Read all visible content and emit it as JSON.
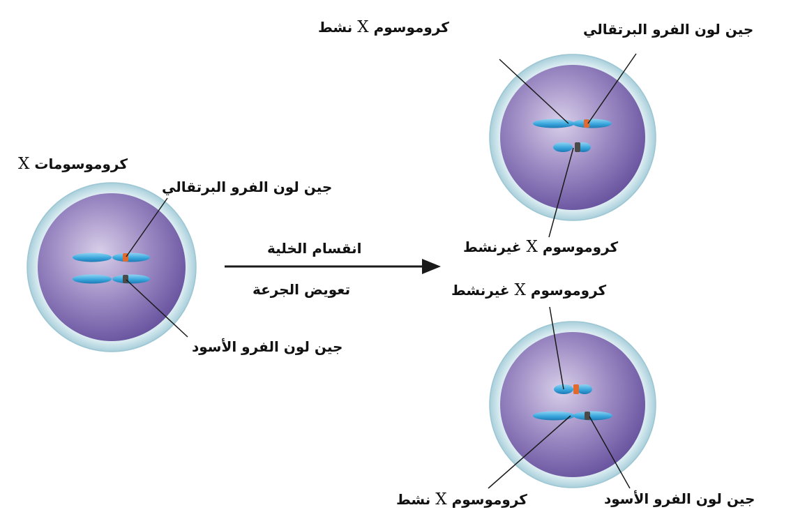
{
  "labels": {
    "left_cell_title": "كروموسومات",
    "left_orange_gene": "جين لون الفرو البرتقالي",
    "left_black_gene": "جين لون الفرو الأسود",
    "arrow_top": "انقسام الخلية",
    "arrow_bottom": "تعويض الجرعة",
    "top_active_x": "كروموسوم",
    "top_active_suffix": "نشط",
    "top_orange_gene": "جين لون الفرو البرتقالي",
    "top_inactive_x": "كروموسوم",
    "top_inactive_suffix": "غيرنشط",
    "bottom_inactive_x": "كروموسوم",
    "bottom_inactive_suffix": "غيرنشط",
    "bottom_active_x": "كروموسوم",
    "bottom_active_suffix": "نشط",
    "bottom_black_gene": "جين لون الفرو الأسود",
    "x_letter": "X"
  },
  "colors": {
    "cell_membrane": "#c7e3ec",
    "cell_interior": "#8a78b6",
    "chromosome": "#3aa6dc",
    "orange_gene": "#e06a30",
    "black_gene": "#4a4a4a",
    "line": "#1a1a1a"
  }
}
